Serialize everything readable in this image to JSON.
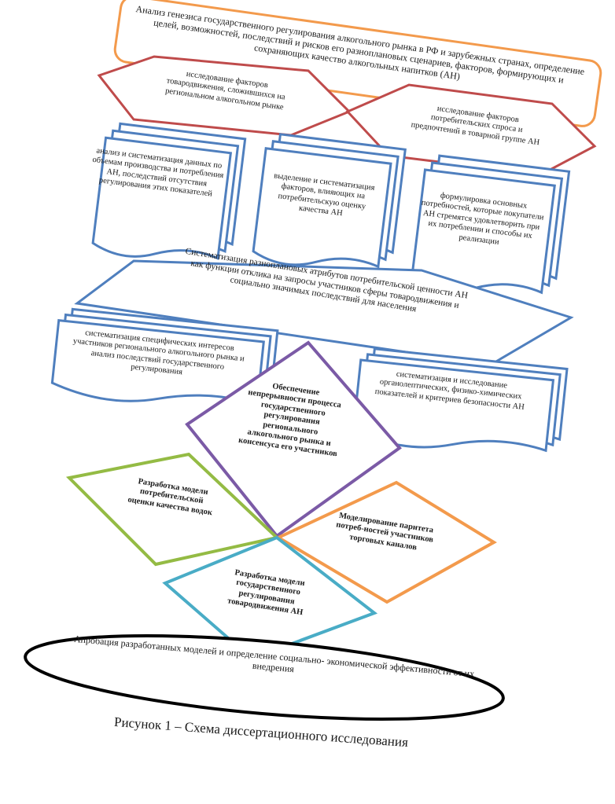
{
  "colors": {
    "orange": "#f39a4c",
    "red": "#bf4b4b",
    "blue": "#4f7fbe",
    "purple": "#7b5aa6",
    "green": "#94bb44",
    "cyan": "#49acc6",
    "black": "#000000"
  },
  "diagram": {
    "top_goal": "Анализ генезиса государственного регулирования алкогольного рынка в РФ и зарубежных странах, определение целей, возможностей, последствий и рисков его разноплановых сценариев, факторов, формирующих и сохраняющих качество алкогольных напитков (АН)",
    "hex_left": "исследование факторов товародвижения, сложившихся на региональном алкогольном рынке",
    "hex_right": "исследование факторов потребительских спроса и предпочтений в товарной группе АН",
    "doc_1": "анализ и систематизация данных по объемам производства и потребления АН, последствий отсутствия регулирования этих показателей",
    "doc_2": "выделение и систематизация факторов, влияющих на потребительскую оценку качества АН",
    "doc_3": "формулировка основных потребностей, которые покупатели АН стремятся удовлетворить при их потреблении и способы их реализации",
    "parallelogram": "Систематизация разноплановых атрибутов потребительской ценности АН как функции отклика на запросы участников сферы товародвижения и социально значимых последствий для населения",
    "doc_4": "систематизация специфических интересов участников регионального алкогольного рынка и анализ последствий государственного регулирования",
    "doc_5": "систематизация и исследование органолептических, физико-химических показателей и критериев безопасности АН",
    "center_diamond": "Обеспечение непрерывности процесса государственного регулирования регионального алкогольного рынка и консенсуса его участников",
    "green_diamond": "Разработка модели потребительской оценки качества водок",
    "orange_diamond": "Моделирование паритета потреб-ностей участников торговых каналов",
    "cyan_diamond": "Разработка модели государственного регулирования товародвижения АН",
    "ellipse": "Апробация разработанных моделей и определение социально- экономической эффективности от их внедрения",
    "caption": "Рисунок 1 – Схема диссертационного исследования"
  }
}
